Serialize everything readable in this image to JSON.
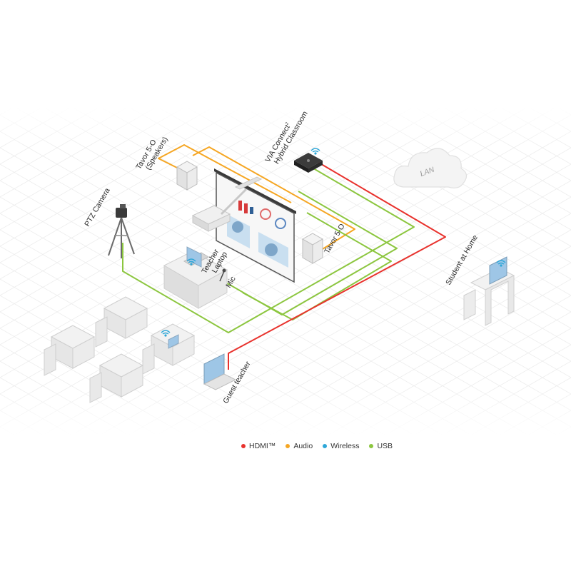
{
  "labels": {
    "speakers_left": [
      "Tavor 5-O",
      "(Speakers)"
    ],
    "speakers_right": "Tavor 5-O",
    "via_connect": [
      "VIA Connect",
      "Hybrid Classroom"
    ],
    "via_sup": "2",
    "ptz_camera": "PTZ Camera",
    "teacher_laptop": [
      "Teacher",
      "Laptop"
    ],
    "mic": "Mic",
    "guest_teacher": "Guest teacher",
    "student_home": "Student at Home",
    "lan": "LAN"
  },
  "legend": [
    {
      "label": "HDMI™",
      "color": "#e8322d"
    },
    {
      "label": "Audio",
      "color": "#f5a623"
    },
    {
      "label": "Wireless",
      "color": "#2ea7d8"
    },
    {
      "label": "USB",
      "color": "#8cc63f"
    }
  ],
  "colors": {
    "hdmi": "#e8322d",
    "audio": "#f5a623",
    "usb": "#8cc63f",
    "wireless": "#2ea7d8",
    "grid": "#ececec",
    "device": "#e6e6e6"
  }
}
